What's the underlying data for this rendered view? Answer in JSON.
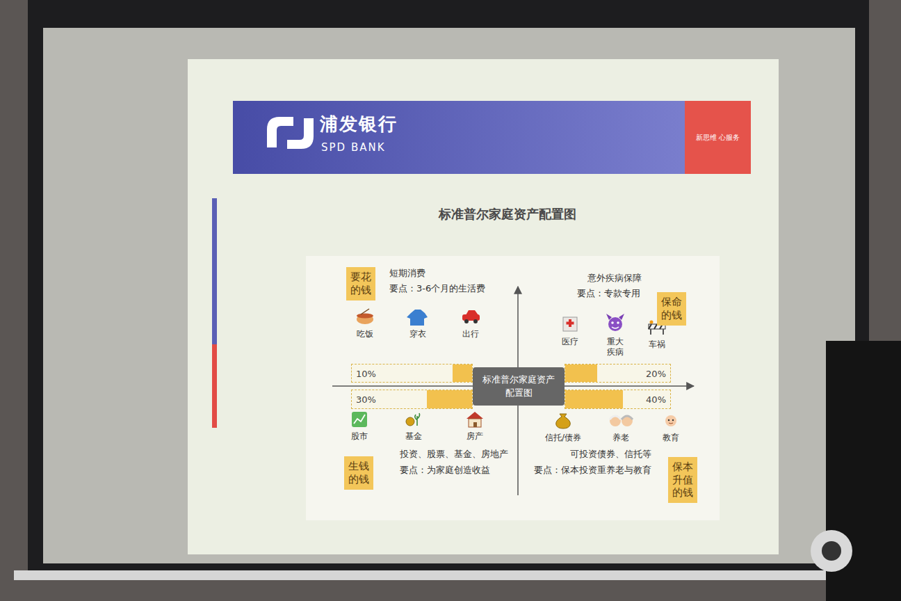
{
  "diagram": {
    "title": "标准普尔家庭资产配置图",
    "nodes": [
      {
        "text": [
          "浦发银行",
          "SPD BANK"
        ]
      },
      {
        "text": [
          "新思维 心服务"
        ],
        "in": 0
      },
      {
        "text": [
          "要花的钱"
        ]
      },
      {
        "text": [
          "保命的钱"
        ]
      },
      {
        "text": [
          "10%"
        ]
      },
      {
        "text": [
          "标准普尔家庭资产配置图"
        ]
      },
      {
        "text": [
          "20%"
        ]
      },
      {
        "text": [
          "30%"
        ]
      },
      {
        "text": [
          "40%"
        ]
      },
      {
        "text": [
          "生钱的钱"
        ]
      },
      {
        "text": [
          "保本升值的钱"
        ]
      }
    ],
    "labels": [
      "短期消费",
      "要点：3-6个月的生活费",
      "吃饭",
      "穿衣",
      "出行",
      "意外疾病保障",
      "要点：专款专用",
      "医疗",
      "重大疾病",
      "车祸",
      "股市",
      "基金",
      "房产",
      "投资、股票、基金、房地产",
      "要点：为家庭创造收益",
      "信托/债券",
      "养老",
      "教育",
      "可投资债券、信托等",
      "要点：保本投资重养老与教育"
    ]
  }
}
